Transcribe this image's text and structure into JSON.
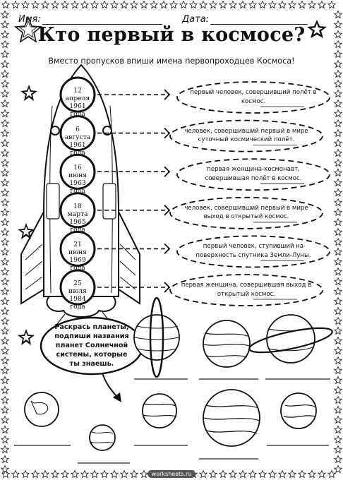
{
  "header": {
    "name_label": "Имя:",
    "date_label": "Дата:"
  },
  "title": "Кто первый в космосе?",
  "subtitle": "Вместо пропусков впиши имена первопроходцев Космоса!",
  "events": [
    {
      "date": [
        "12 апреля",
        "1961 года"
      ],
      "description": [
        "первый человек, совершивший полёт в",
        "космос."
      ]
    },
    {
      "date": [
        "6 августа",
        "1961 года"
      ],
      "description": [
        "человек, совершивший первый в мире",
        "суточный космический полёт."
      ]
    },
    {
      "date": [
        "16 июня",
        "1963 года"
      ],
      "description": [
        "первая женщина-космонавт,",
        "совершившая полёт в космос."
      ]
    },
    {
      "date": [
        "18 марта",
        "1965 года"
      ],
      "description": [
        "человек, совершивший первый в мире",
        "выход в открытый космос."
      ]
    },
    {
      "date": [
        "21 июня",
        "1969 года"
      ],
      "description": [
        "первый человек, ступивший на",
        "поверхность спутника Земли-Луны."
      ]
    },
    {
      "date": [
        "25 июля",
        "1984 года"
      ],
      "description": [
        "первая женщина, совершившая выход в",
        "открытый космос."
      ]
    }
  ],
  "planets_task": [
    "Раскрась планеты,",
    "подпиши названия",
    "планет Солнечной",
    "системы, которые",
    "ты знаешь."
  ],
  "footer": "worksheets.ru"
}
